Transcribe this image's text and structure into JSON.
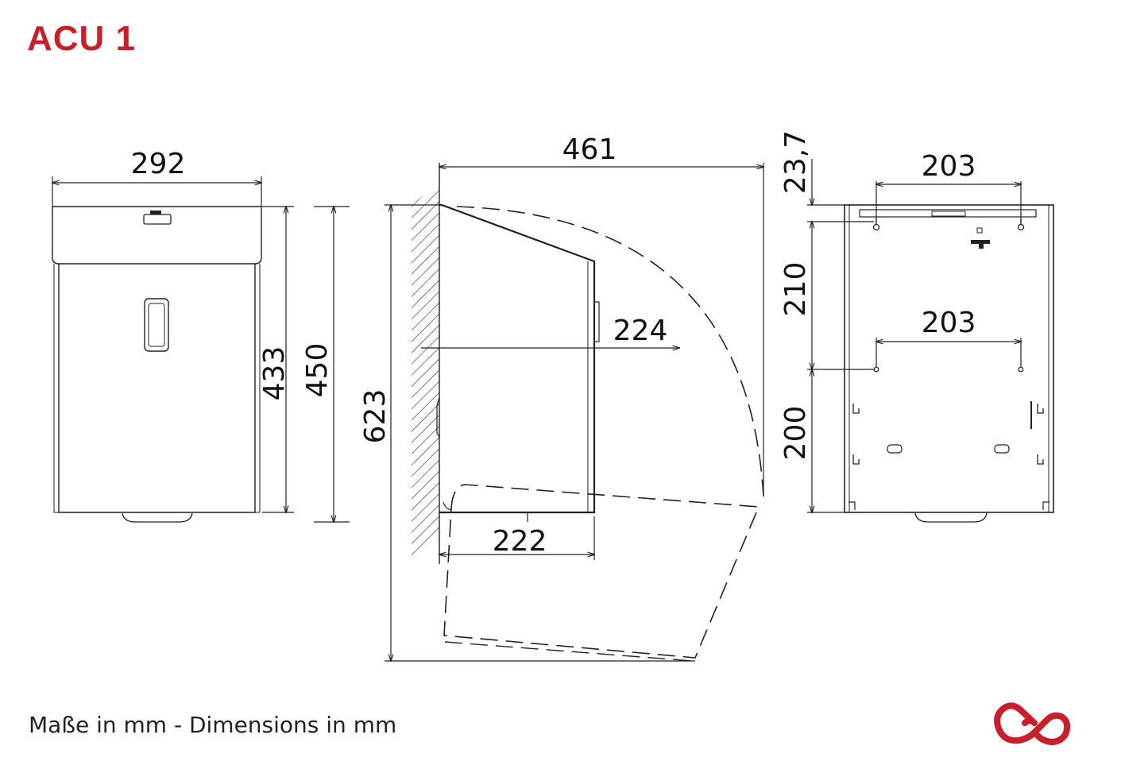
{
  "title": "ACU 1",
  "footer": "Maße in mm - Dimensions in mm",
  "accent_color": "#c8202a",
  "logo_icon": "infinity-knot-logo-icon",
  "front_view": {
    "width": "292",
    "height_body": "433",
    "height_total": "450"
  },
  "side_view": {
    "depth_top": "461",
    "depth_mid": "224",
    "depth_bottom": "222",
    "open_height": "623"
  },
  "back_view": {
    "hole_spacing_top": "203",
    "hole_spacing_mid": "203",
    "offset_top": "23,7",
    "vertical_mid": "210",
    "vertical_bottom": "200"
  }
}
